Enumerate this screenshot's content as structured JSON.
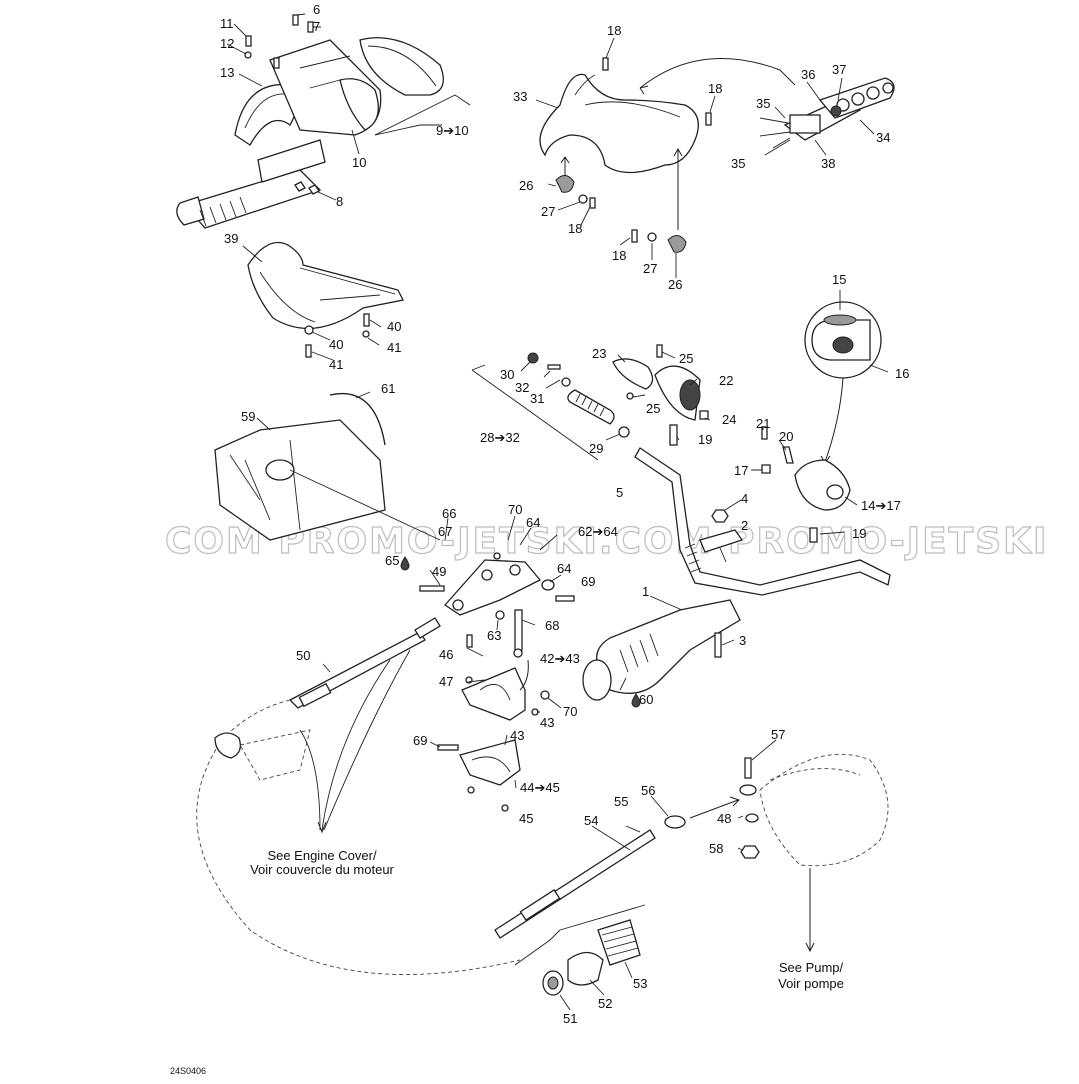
{
  "diagram": {
    "drawing_code": "24S0406",
    "watermark": "COM   PROMO-JETSKI.COM   PROMO-JETSKI",
    "notes": {
      "engine_cover": [
        "See Engine Cover/",
        "Voir couvercle du moteur"
      ],
      "pump": [
        "See Pump/",
        "Voir pompe"
      ]
    },
    "callouts": [
      {
        "id": "c6",
        "text": "6"
      },
      {
        "id": "c7",
        "text": "7"
      },
      {
        "id": "c11",
        "text": "11"
      },
      {
        "id": "c12",
        "text": "12"
      },
      {
        "id": "c13",
        "text": "13"
      },
      {
        "id": "c9-10",
        "text": "9➔10"
      },
      {
        "id": "c10",
        "text": "10"
      },
      {
        "id": "c8",
        "text": "8"
      },
      {
        "id": "c18a",
        "text": "18"
      },
      {
        "id": "c33",
        "text": "33"
      },
      {
        "id": "c18b",
        "text": "18"
      },
      {
        "id": "c36",
        "text": "36"
      },
      {
        "id": "c37",
        "text": "37"
      },
      {
        "id": "c35a",
        "text": "35"
      },
      {
        "id": "c34",
        "text": "34"
      },
      {
        "id": "c35b",
        "text": "35"
      },
      {
        "id": "c38",
        "text": "38"
      },
      {
        "id": "c26a",
        "text": "26"
      },
      {
        "id": "c27a",
        "text": "27"
      },
      {
        "id": "c18c",
        "text": "18"
      },
      {
        "id": "c18d",
        "text": "18"
      },
      {
        "id": "c27b",
        "text": "27"
      },
      {
        "id": "c26b",
        "text": "26"
      },
      {
        "id": "c39",
        "text": "39"
      },
      {
        "id": "c40a",
        "text": "40"
      },
      {
        "id": "c40b",
        "text": "40"
      },
      {
        "id": "c41a",
        "text": "41"
      },
      {
        "id": "c41b",
        "text": "41"
      },
      {
        "id": "c15",
        "text": "15"
      },
      {
        "id": "c16",
        "text": "16"
      },
      {
        "id": "c23",
        "text": "23"
      },
      {
        "id": "c25a",
        "text": "25"
      },
      {
        "id": "c30",
        "text": "30"
      },
      {
        "id": "c22",
        "text": "22"
      },
      {
        "id": "c32",
        "text": "32"
      },
      {
        "id": "c31",
        "text": "31"
      },
      {
        "id": "c25b",
        "text": "25"
      },
      {
        "id": "c24",
        "text": "24"
      },
      {
        "id": "c28-32",
        "text": "28➔32"
      },
      {
        "id": "c29",
        "text": "29"
      },
      {
        "id": "c19a",
        "text": "19"
      },
      {
        "id": "c61",
        "text": "61"
      },
      {
        "id": "c59",
        "text": "59"
      },
      {
        "id": "c21",
        "text": "21"
      },
      {
        "id": "c20",
        "text": "20"
      },
      {
        "id": "c17",
        "text": "17"
      },
      {
        "id": "c14-17",
        "text": "14➔17"
      },
      {
        "id": "c5",
        "text": "5"
      },
      {
        "id": "c4",
        "text": "4"
      },
      {
        "id": "c66",
        "text": "66"
      },
      {
        "id": "c70a",
        "text": "70"
      },
      {
        "id": "c67",
        "text": "67"
      },
      {
        "id": "c64a",
        "text": "64"
      },
      {
        "id": "c62-64",
        "text": "62➔64"
      },
      {
        "id": "c2",
        "text": "2"
      },
      {
        "id": "c19b",
        "text": "19"
      },
      {
        "id": "c65",
        "text": "65"
      },
      {
        "id": "c49",
        "text": "49"
      },
      {
        "id": "c64b",
        "text": "64"
      },
      {
        "id": "c69a",
        "text": "69"
      },
      {
        "id": "c1",
        "text": "1"
      },
      {
        "id": "c68",
        "text": "68"
      },
      {
        "id": "c63",
        "text": "63"
      },
      {
        "id": "c3",
        "text": "3"
      },
      {
        "id": "c50",
        "text": "50"
      },
      {
        "id": "c46",
        "text": "46"
      },
      {
        "id": "c42-43",
        "text": "42➔43"
      },
      {
        "id": "c60",
        "text": "60"
      },
      {
        "id": "c47",
        "text": "47"
      },
      {
        "id": "c70b",
        "text": "70"
      },
      {
        "id": "c43a",
        "text": "43"
      },
      {
        "id": "c69b",
        "text": "69"
      },
      {
        "id": "c43b",
        "text": "43"
      },
      {
        "id": "c57",
        "text": "57"
      },
      {
        "id": "c44-45",
        "text": "44➔45"
      },
      {
        "id": "c45",
        "text": "45"
      },
      {
        "id": "c55",
        "text": "55"
      },
      {
        "id": "c56",
        "text": "56"
      },
      {
        "id": "c54",
        "text": "54"
      },
      {
        "id": "c48",
        "text": "48"
      },
      {
        "id": "c58",
        "text": "58"
      },
      {
        "id": "c53",
        "text": "53"
      },
      {
        "id": "c52",
        "text": "52"
      },
      {
        "id": "c51",
        "text": "51"
      }
    ]
  }
}
